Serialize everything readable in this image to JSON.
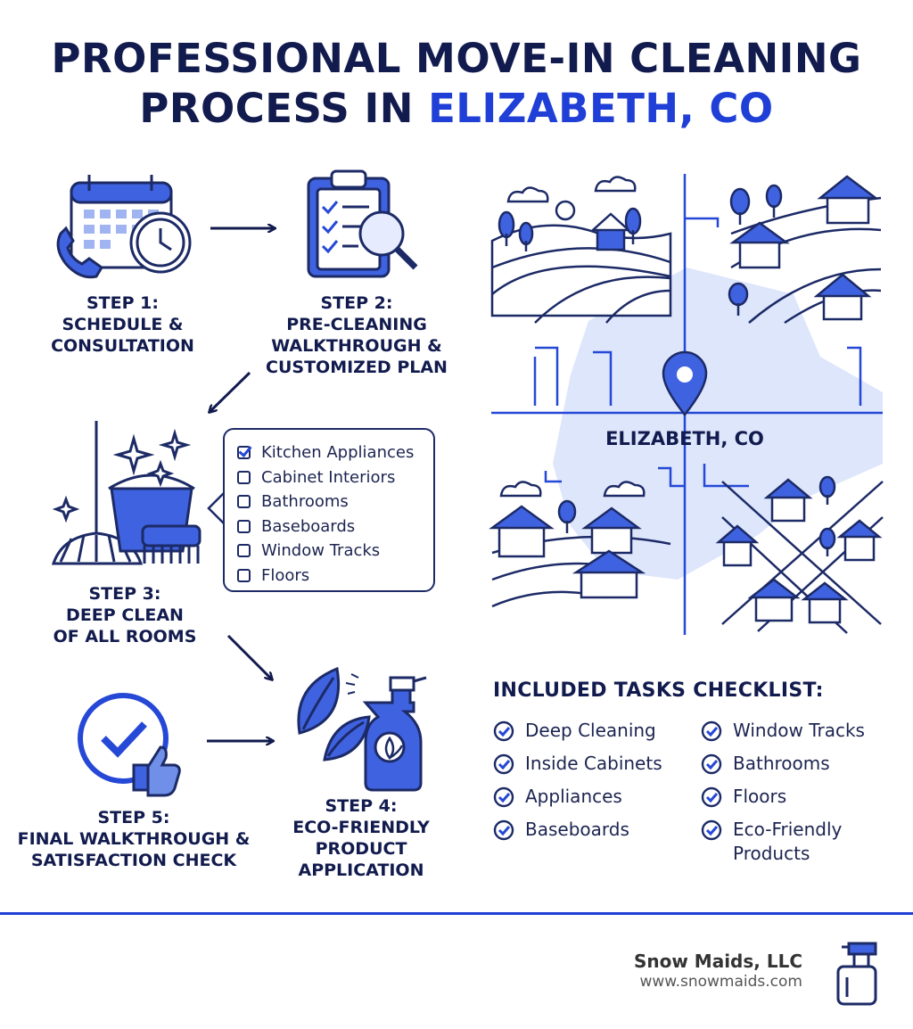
{
  "title": {
    "line1": "PROFESSIONAL MOVE-IN CLEANING",
    "line2_plain": "PROCESS IN ",
    "line2_highlight": "ELIZABETH, CO"
  },
  "colors": {
    "navy": "#121b4e",
    "accent": "#1f3fd6",
    "icon_fill": "#3f63e0",
    "map_fill": "#dde6fb"
  },
  "steps": [
    {
      "label_line1": "STEP 1:",
      "label_line2": "SCHEDULE &",
      "label_line3": "CONSULTATION",
      "icon": "calendar-phone-clock-icon"
    },
    {
      "label_line1": "STEP 2:",
      "label_line2": "PRE-CLEANING",
      "label_line3": "WALKTHROUGH &",
      "label_line4": "CUSTOMIZED PLAN",
      "icon": "clipboard-magnifier-icon"
    },
    {
      "label_line1": "STEP 3:",
      "label_line2": "DEEP CLEAN",
      "label_line3": "OF ALL ROOMS",
      "icon": "mop-bucket-brush-icon"
    },
    {
      "label_line1": "STEP 4:",
      "label_line2": "ECO-FRIENDLY",
      "label_line3": "PRODUCT",
      "label_line4": "APPLICATION",
      "icon": "leaf-spray-bottle-icon"
    },
    {
      "label_line1": "STEP 5:",
      "label_line2": "FINAL WALKTHROUGH &",
      "label_line3": "SATISFACTION CHECK",
      "icon": "check-thumbs-up-icon"
    }
  ],
  "room_checklist": [
    {
      "label": "Kitchen Appliances",
      "checked": true
    },
    {
      "label": "Cabinet Interiors",
      "checked": false
    },
    {
      "label": "Bathrooms",
      "checked": false
    },
    {
      "label": "Baseboards",
      "checked": false
    },
    {
      "label": "Window Tracks",
      "checked": false
    },
    {
      "label": "Floors",
      "checked": false
    }
  ],
  "map": {
    "label": "ELIZABETH, CO",
    "pin_icon": "location-pin-icon"
  },
  "tasks": {
    "title": "INCLUDED TASKS CHECKLIST:",
    "left": [
      "Deep Cleaning",
      "Inside Cabinets",
      "Appliances",
      "Baseboards"
    ],
    "right": [
      "Window Tracks",
      "Bathrooms",
      "Floors",
      "Eco-Friendly Products"
    ]
  },
  "footer": {
    "company": "Snow Maids, LLC",
    "website": "www.snowmaids.com",
    "logo_icon": "spray-bottle-logo-icon"
  }
}
